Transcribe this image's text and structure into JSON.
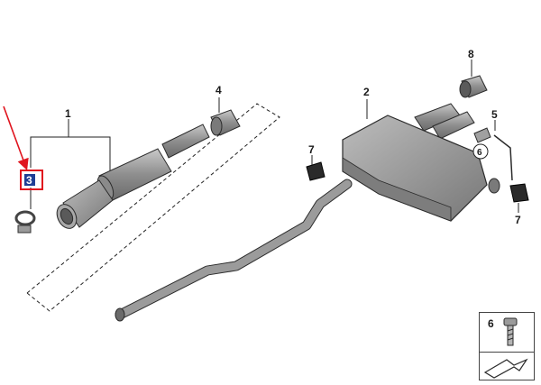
{
  "diagram": {
    "callouts": {
      "part1": "1",
      "part2": "2",
      "part3": "3",
      "part4": "4",
      "part5": "5",
      "part6_circle": "6",
      "part7_left": "7",
      "part7_right": "7",
      "part8": "8"
    },
    "legend": {
      "item_number": "6"
    },
    "colors": {
      "highlight_box": "#e0141e",
      "arrow": "#e0141e",
      "callout_3_fill": "#1f3f95",
      "pipe_fill": "#9b9b9b",
      "pipe_stroke": "#2b2b2b"
    }
  }
}
